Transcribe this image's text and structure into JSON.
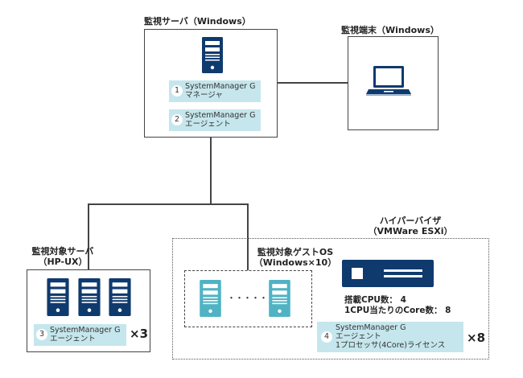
{
  "colors": {
    "server_navy": "#0f3a6e",
    "server_teal": "#4fb3c4",
    "label_bg": "#c5e6ec",
    "line": "#444444"
  },
  "monitoring_server": {
    "title": "監視サーバ（Windows）",
    "icon": "tower-server-icon",
    "labels": [
      {
        "num": "1",
        "line1": "SystemManager G",
        "line2": "マネージャ"
      },
      {
        "num": "2",
        "line1": "SystemManager G",
        "line2": "エージェント"
      }
    ]
  },
  "monitoring_terminal": {
    "title": "監視端末（Windows）",
    "icon": "laptop-icon"
  },
  "target_server": {
    "title_line1": "監視対象サーバ",
    "title_line2": "（HP-UX）",
    "icon": "tower-server-icon",
    "server_count_icons": 3,
    "label": {
      "num": "3",
      "line1": "SystemManager G",
      "line2": "エージェント"
    },
    "multiplier": "×3"
  },
  "hypervisor": {
    "title_line1": "ハイパーバイザ",
    "title_line2": "（VMWare ESXi）",
    "icon": "rack-server-icon",
    "guest_os": {
      "title_line1": "監視対象ゲストOS",
      "title_line2": "（Windows×10）",
      "ellipsis": "・・・・・"
    },
    "specs": {
      "cpu_count": "搭載CPU数： 4",
      "cores_per_cpu": "1CPU当たりのCore数： 8"
    },
    "label": {
      "num": "4",
      "line1": "SystemManager G",
      "line2": "エージェント",
      "line3": "1プロセッサ(4Core)ライセンス"
    },
    "multiplier": "×8"
  }
}
